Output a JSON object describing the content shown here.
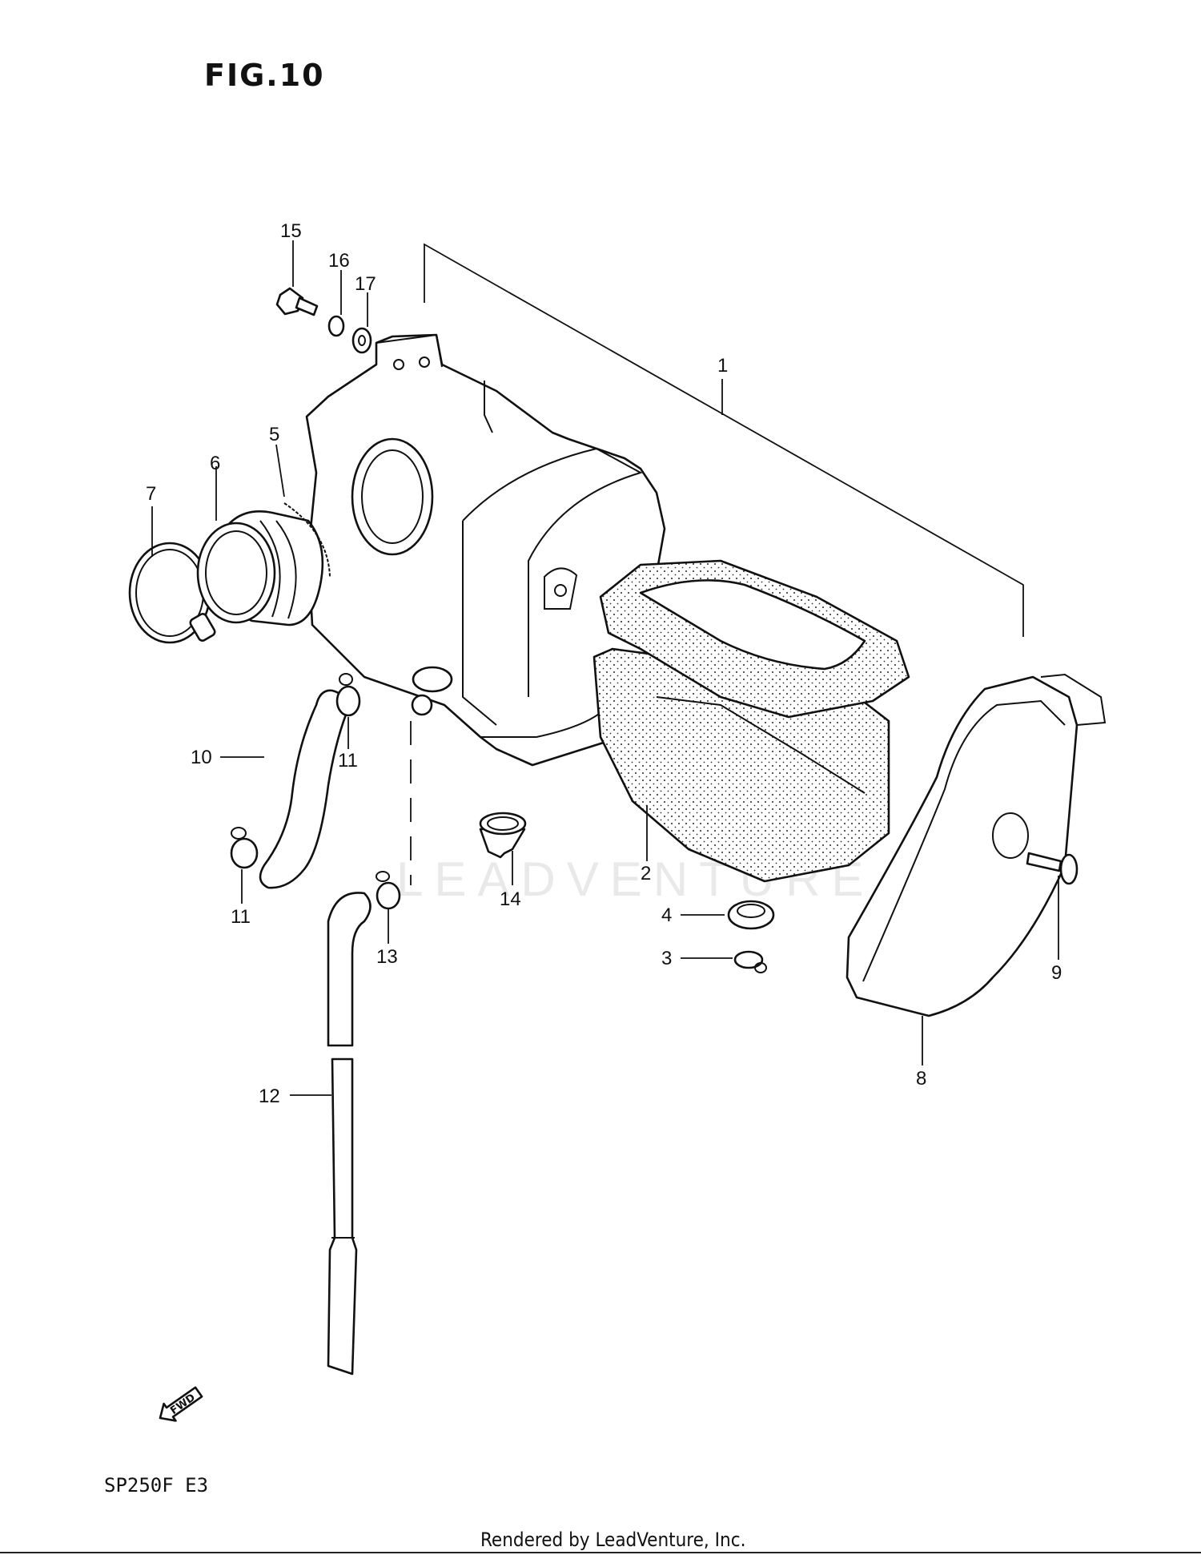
{
  "figure": {
    "title": "FIG.10",
    "model": "SP250F  E3",
    "watermark": "LEADVENTURE",
    "fwd_label": "FWD",
    "footer": "Rendered by LeadVenture, Inc."
  },
  "callouts": [
    "1",
    "2",
    "3",
    "4",
    "5",
    "6",
    "7",
    "8",
    "9",
    "10",
    "11",
    "11",
    "12",
    "13",
    "14",
    "15",
    "16",
    "17"
  ]
}
